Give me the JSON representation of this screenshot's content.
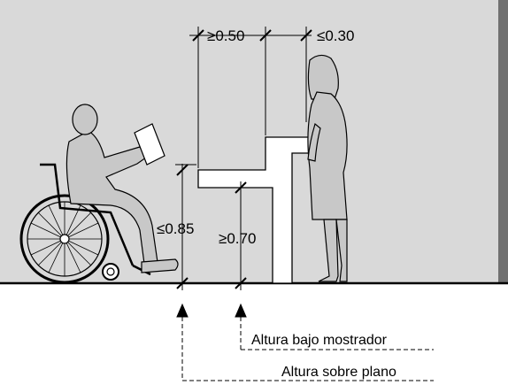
{
  "dimensions": {
    "min_050": "≥0.50",
    "max_030": "≤0.30",
    "max_085": "≤0.85",
    "min_070": "≥0.70"
  },
  "notes": {
    "under_counter": "Altura bajo mostrador",
    "above_floor": "Altura sobre plano"
  },
  "figures": {
    "seated_user_icon": "wheelchair-user-figure",
    "standing_user_icon": "standing-woman-figure"
  },
  "colors": {
    "wall": "#d9d9d9",
    "floor_line": "#000000",
    "wall_edge": "#707070",
    "figure_fill": "#c8c8c8",
    "counter_fill": "#ffffff"
  }
}
